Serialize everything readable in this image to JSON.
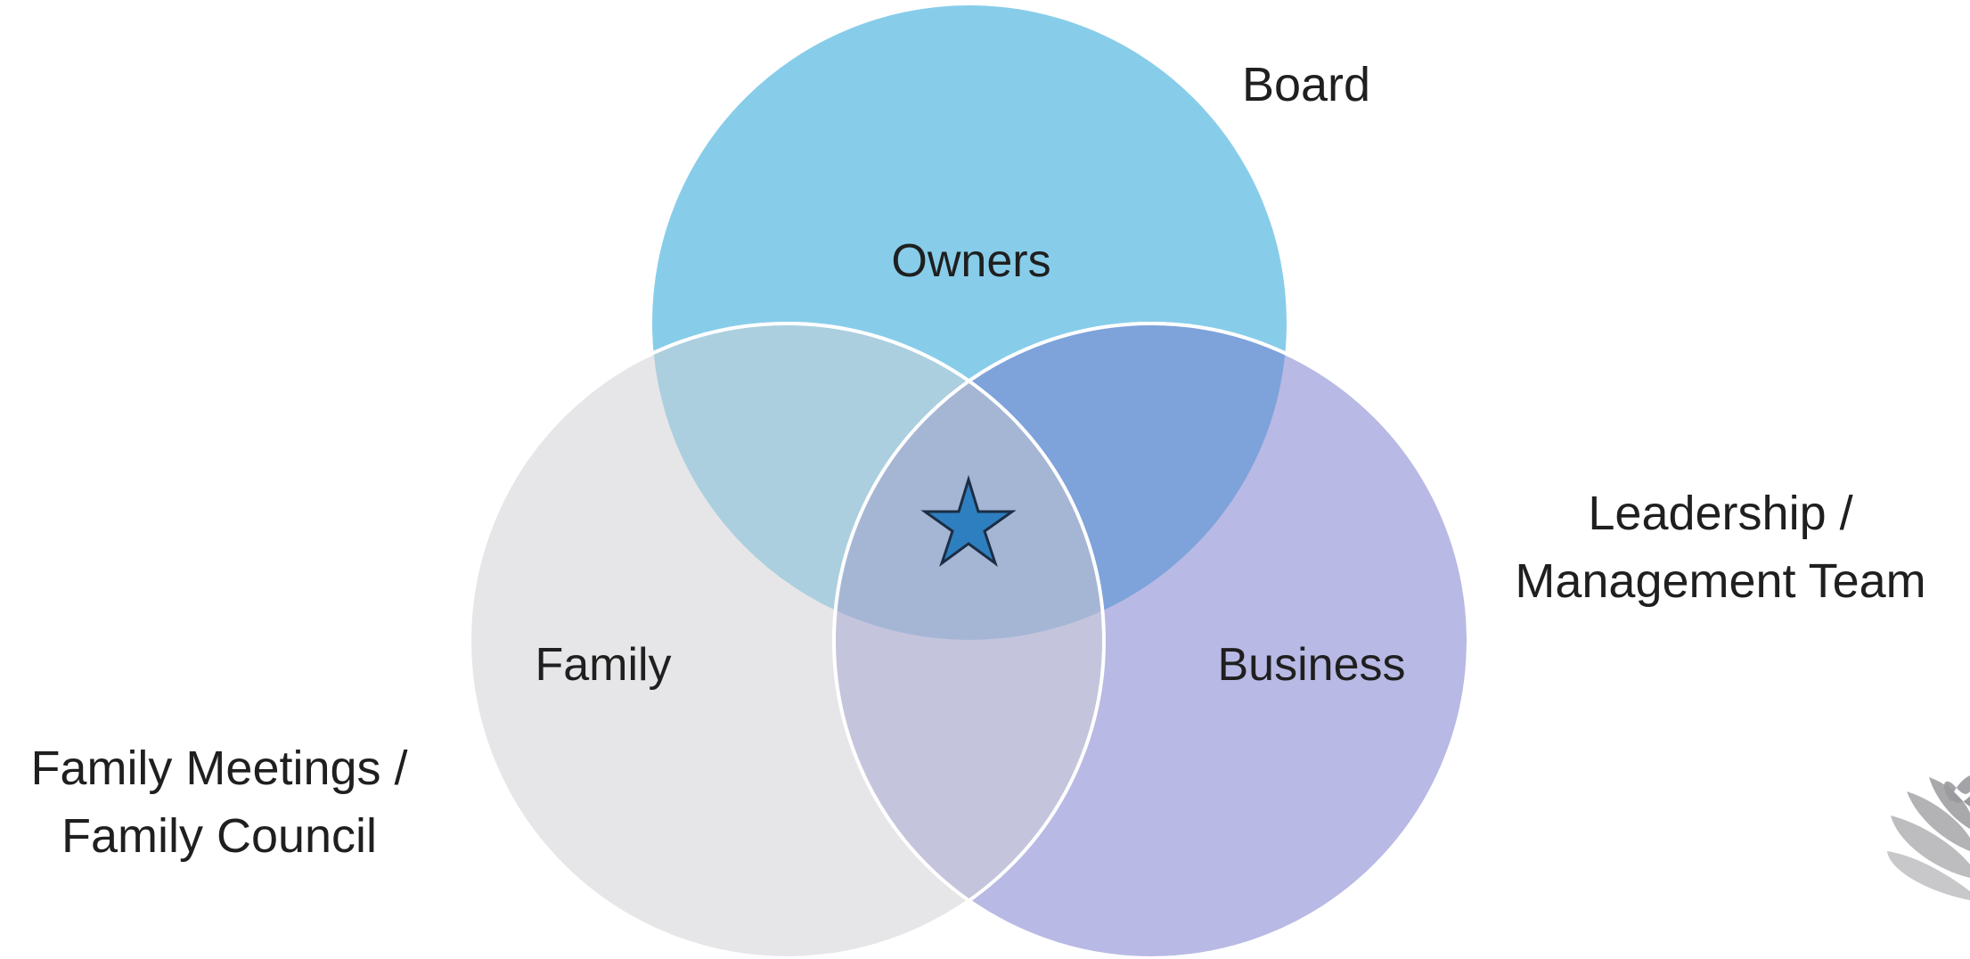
{
  "diagram": {
    "circles": {
      "owners": {
        "label": "Owners",
        "color": "#87CDEA"
      },
      "family": {
        "label": "Family",
        "color": "#E6E6E9"
      },
      "business": {
        "label": "Business",
        "color": "#B8B9E4"
      }
    },
    "overlaps": {
      "owners_family": "#ABCFDE",
      "owners_business": "#7EA2DA",
      "family_business": "#C4C5DD",
      "center": "#A5B6D5"
    },
    "center_marker": {
      "icon": "star-icon",
      "color": "#2E7FBF"
    },
    "governance_labels": {
      "board": "Board",
      "leadership_line1": "Leadership /",
      "leadership_line2": "Management Team",
      "family_meetings_line1": "Family Meetings /",
      "family_meetings_line2": "Family Council"
    },
    "logo": {
      "icon": "leaf-logo-icon",
      "color": "#9A9A9E"
    }
  }
}
